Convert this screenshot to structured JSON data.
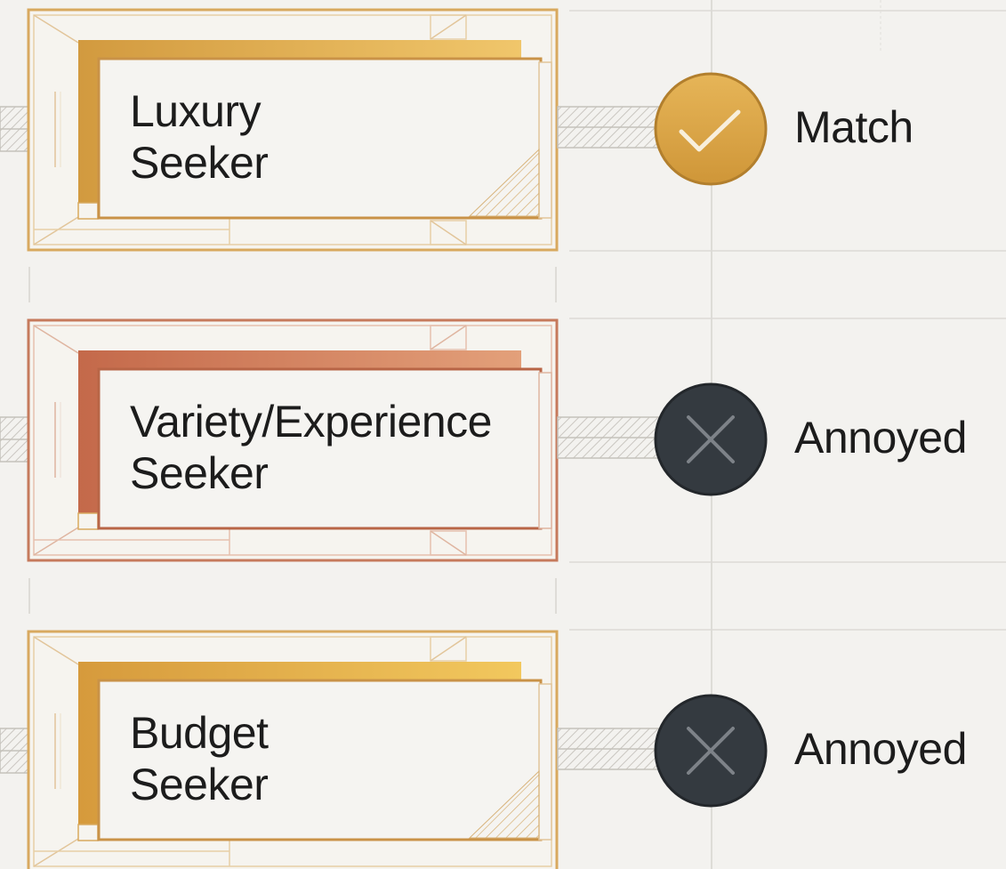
{
  "diagram": {
    "rows": [
      {
        "line1": "Luxury",
        "line2": "Seeker",
        "status": "Match",
        "icon": "check-icon",
        "accent": "#d49a3e",
        "badge_color": "#d9a545"
      },
      {
        "line1": "Variety/Experience",
        "line2": "Seeker",
        "status": "Annoyed",
        "icon": "close-icon",
        "accent": "#c8704c",
        "badge_color": "#343a40"
      },
      {
        "line1": "Budget",
        "line2": "Seeker",
        "status": "Annoyed",
        "icon": "close-icon",
        "accent": "#d9a14a",
        "badge_color": "#343a40"
      }
    ]
  }
}
